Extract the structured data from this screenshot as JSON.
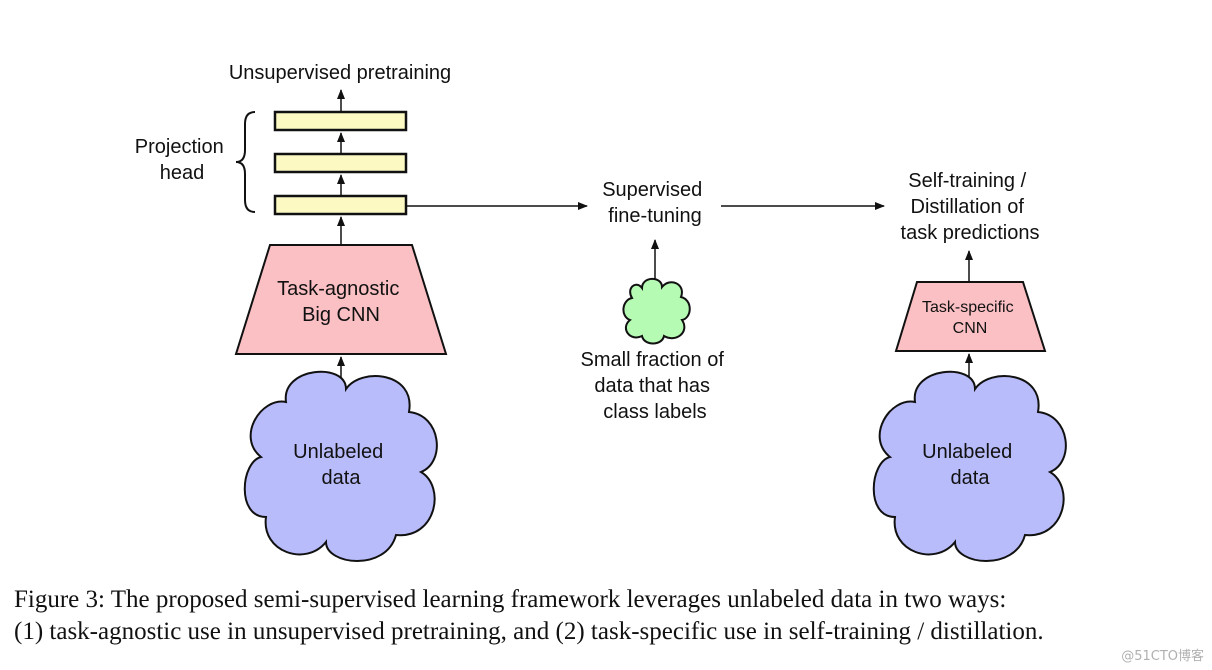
{
  "colors": {
    "head_block": "#fcfac2",
    "cnn_fill": "#fbc0c4",
    "cloud_fill": "#b9bcfa",
    "small_cloud_fill": "#b6fbb4",
    "stroke": "#111111"
  },
  "diagram": {
    "unsupervised_pretraining": "Unsupervised pretraining",
    "projection_head": [
      "Projection",
      "head"
    ],
    "task_agnostic_cnn": [
      "Task-agnostic",
      "Big CNN"
    ],
    "unlabeled_data_left": [
      "Unlabeled",
      "data"
    ],
    "supervised_finetuning": [
      "Supervised",
      "fine-tuning"
    ],
    "small_fraction": [
      "Small fraction of",
      "data that has",
      "class labels"
    ],
    "self_training": [
      "Self-training /",
      "Distillation of",
      "task predictions"
    ],
    "task_specific_cnn": [
      "Task-specific",
      "CNN"
    ],
    "unlabeled_data_right": [
      "Unlabeled",
      "data"
    ]
  },
  "caption": {
    "line1": "Figure 3: The proposed semi-supervised learning framework leverages unlabeled data in two ways:",
    "line2": "(1) task-agnostic use in unsupervised pretraining, and (2) task-specific use in self-training / distillation."
  },
  "watermark": "@51CTO博客"
}
